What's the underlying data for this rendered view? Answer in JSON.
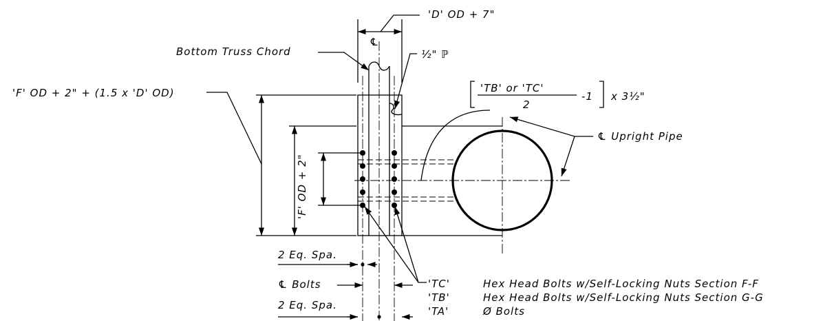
{
  "labels": {
    "d_od": "'D' OD + 7\"",
    "cl_top": "℄",
    "bottom_truss_chord": "Bottom Truss Chord",
    "half_plate": "½\" ℙ",
    "f_od_formula": "'F' OD + 2\" + (1.5 x 'D' OD)",
    "formula_num": "'TB'   or 'TC'",
    "formula_den": "2",
    "formula_minus": "-1",
    "formula_mult": "x 3½\"",
    "cl_upright_pipe": "℄ Upright Pipe",
    "f_od_vert": "'F' OD + 2\"",
    "eq_spa_1": "2 Eq. Spa.",
    "cl_bolts": "℄ Bolts",
    "eq_spa_2": "2 Eq. Spa.",
    "tc_code": "'TC'",
    "tc_desc": "Hex Head Bolts w/Self-Locking Nuts Section F-F",
    "tb_code": "'TB'",
    "tb_desc": "Hex Head Bolts w/Self-Locking Nuts Section G-G",
    "ta_code": "'TA'",
    "ta_desc": "Ø Bolts"
  }
}
